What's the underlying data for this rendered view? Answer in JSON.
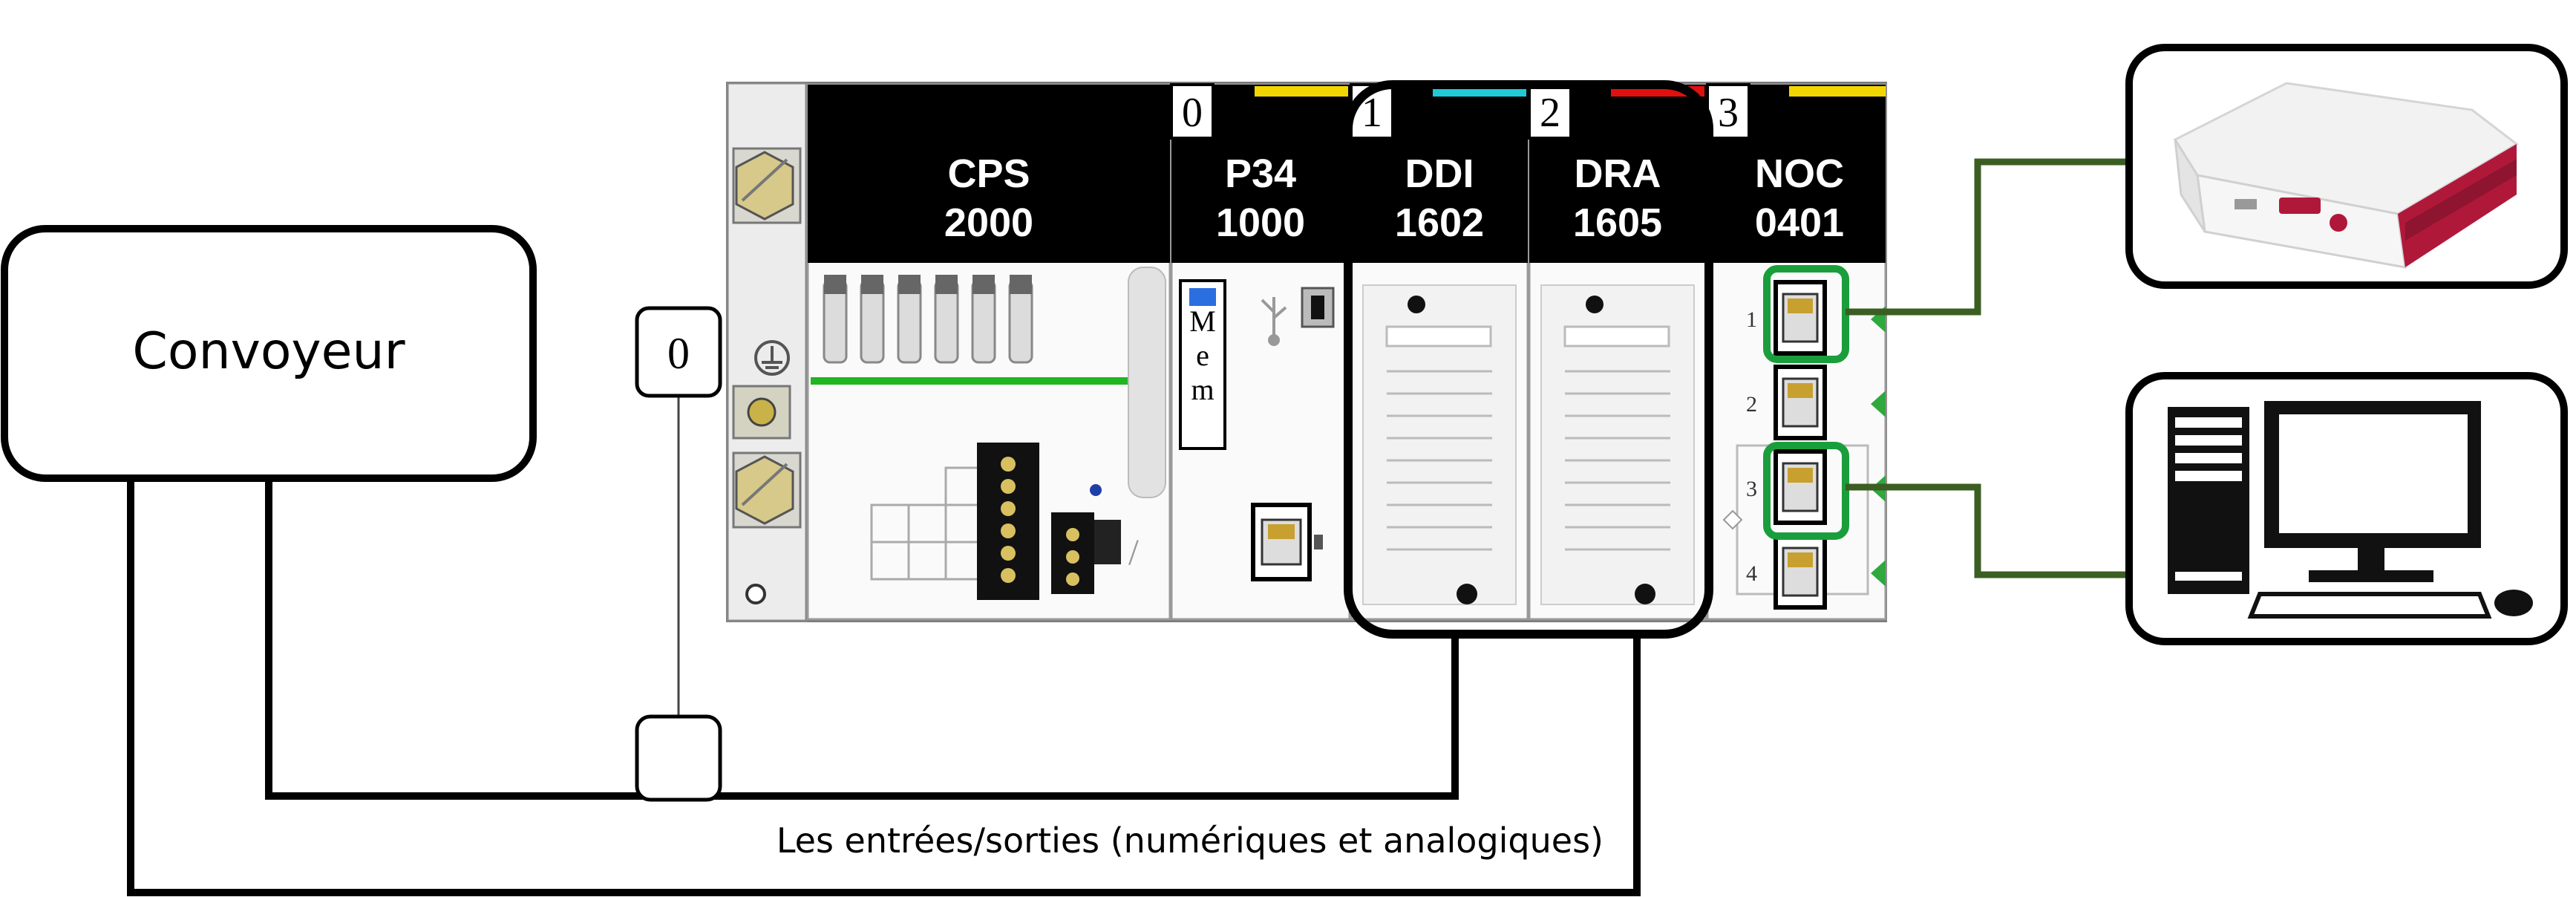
{
  "convoyeur": {
    "label": "Convoyeur"
  },
  "io_caption": "Les entrées/sorties (numériques et analogiques)",
  "rack_badge": "0",
  "modules": [
    {
      "slot": "",
      "name": "CPS",
      "code": "2000"
    },
    {
      "slot": "0",
      "name": "P34",
      "code": "1000",
      "stripe_color": "#f2d600"
    },
    {
      "slot": "1",
      "name": "DDI",
      "code": "1602",
      "stripe_color": "#20c8d8"
    },
    {
      "slot": "2",
      "name": "DRA",
      "code": "1605",
      "stripe_color": "#e01010"
    },
    {
      "slot": "3",
      "name": "NOC",
      "code": "0401",
      "stripe_color": "#f2d600"
    }
  ],
  "mem_label": {
    "l1": "M",
    "l2": "e",
    "l3": "m"
  },
  "noc_ports": [
    "1",
    "2",
    "3",
    "4"
  ],
  "colors": {
    "wire": "#000000",
    "network_link": "#3b5e22",
    "port_highlight": "#1a9e3c",
    "module_header": "#000000",
    "green_bar": "#21b521",
    "raspberry_red": "#b0183a"
  },
  "icons": [
    "raspberry-pi-case-icon",
    "desktop-computer-icon",
    "ethernet-port-icon",
    "usb-icon",
    "ground-icon"
  ]
}
